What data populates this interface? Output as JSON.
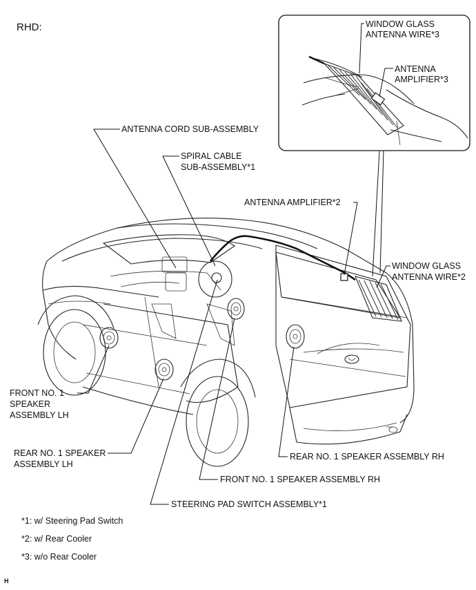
{
  "header": {
    "variant": "RHD:"
  },
  "labels": {
    "window_glass_antenna_wire_3": [
      "WINDOW GLASS",
      "ANTENNA WIRE*3"
    ],
    "antenna_amplifier_3": [
      "ANTENNA",
      "AMPLIFIER*3"
    ],
    "antenna_cord": "ANTENNA CORD SUB-ASSEMBLY",
    "spiral_cable": [
      "SPIRAL CABLE",
      "SUB-ASSEMBLY*1"
    ],
    "antenna_amplifier_2": "ANTENNA AMPLIFIER*2",
    "window_glass_antenna_wire_2": [
      "WINDOW GLASS",
      "ANTENNA WIRE*2"
    ],
    "front_speaker_lh": [
      "FRONT NO. 1",
      "SPEAKER",
      "ASSEMBLY LH"
    ],
    "rear_speaker_lh": [
      "REAR NO. 1 SPEAKER",
      "ASSEMBLY LH"
    ],
    "rear_speaker_rh": "REAR NO. 1 SPEAKER ASSEMBLY RH",
    "front_speaker_rh": "FRONT NO. 1 SPEAKER ASSEMBLY RH",
    "steering_pad_switch": "STEERING PAD SWITCH ASSEMBLY*1"
  },
  "footnotes": [
    "*1: w/ Steering Pad Switch",
    "*2: w/ Rear Cooler",
    "*3: w/o Rear Cooler"
  ],
  "figure_code": "H"
}
